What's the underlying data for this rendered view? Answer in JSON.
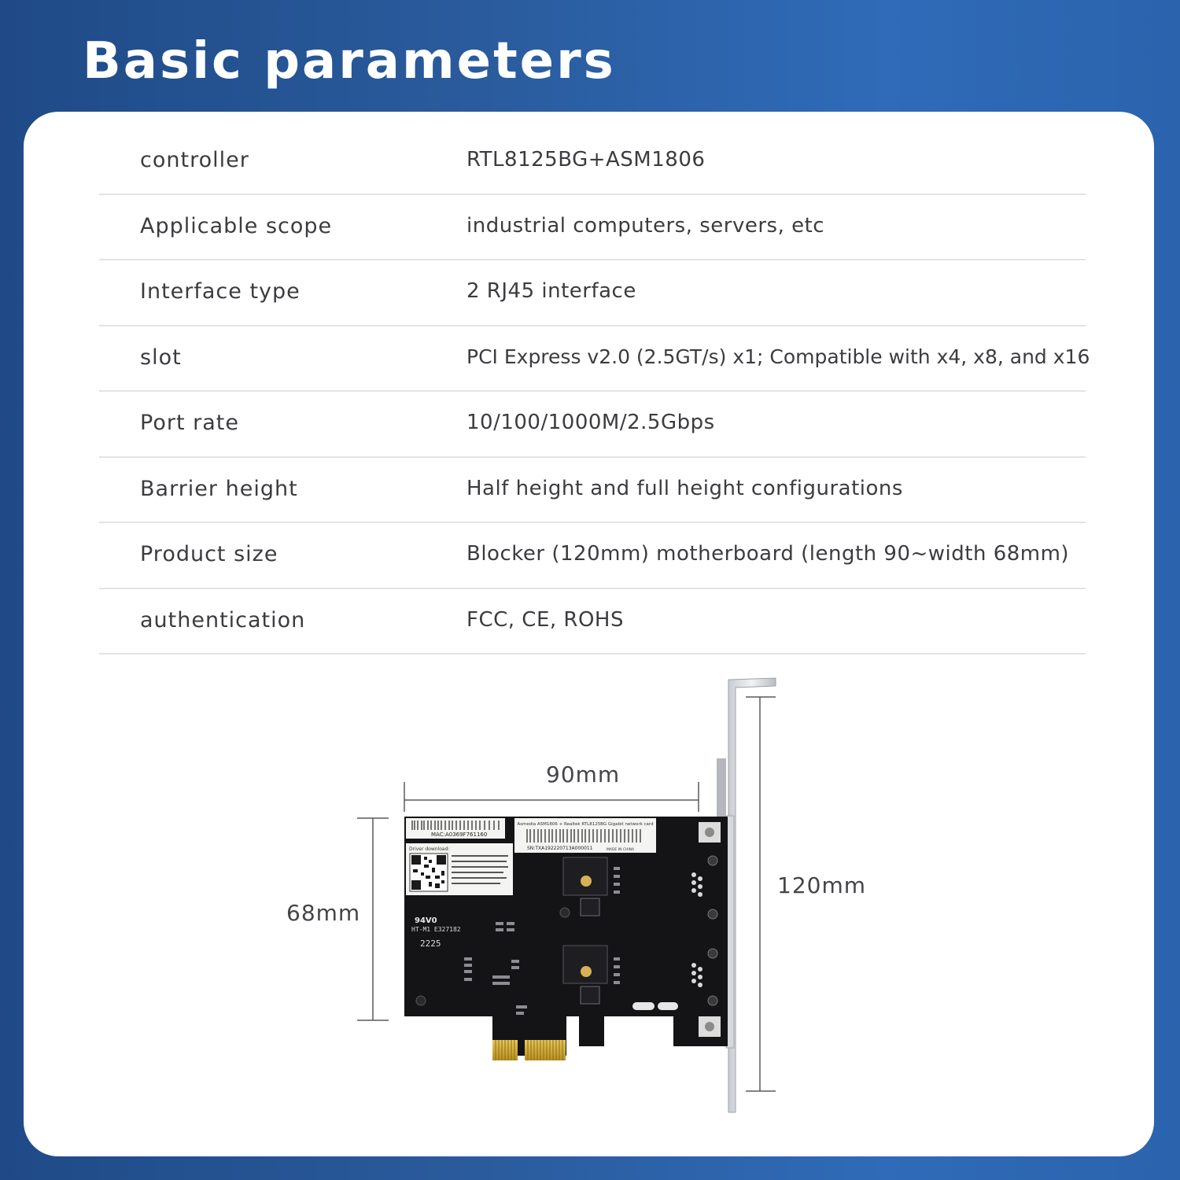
{
  "title": "Basic parameters",
  "specs": [
    {
      "label": "controller",
      "value": "RTL8125BG+ASM1806"
    },
    {
      "label": "Applicable scope",
      "value": "industrial computers, servers, etc"
    },
    {
      "label": "Interface type",
      "value": "2 RJ45 interface"
    },
    {
      "label": "slot",
      "value": "PCI Express v2.0 (2.5GT/s) x1; Compatible with x4, x8, and x16"
    },
    {
      "label": "Port rate",
      "value": "10/100/1000M/2.5Gbps"
    },
    {
      "label": "Barrier height",
      "value": "Half height and full height configurations"
    },
    {
      "label": "Product size",
      "value": "Blocker (120mm) motherboard (length 90~width 68mm)"
    },
    {
      "label": "authentication",
      "value": "FCC, CE, ROHS"
    }
  ],
  "dimensions": {
    "length": "90mm",
    "width": "68mm",
    "bracket": "120mm"
  },
  "board_label": {
    "mac": "MAC:A0369F761160",
    "driver": "Driver download:",
    "desc": "Asmedia ASM1806 + Realtek RTL8125BG Gigabit network card",
    "sn": "SN:TXA192220713A000011",
    "origin": "MADE IN CHINA",
    "mark": "94V0",
    "code": "HT-M1 E327182",
    "date": "2225"
  },
  "colors": {
    "background": "#2a5b9c",
    "card": "#ffffff",
    "pcb": "#141416",
    "gold": "#d9b53c"
  }
}
